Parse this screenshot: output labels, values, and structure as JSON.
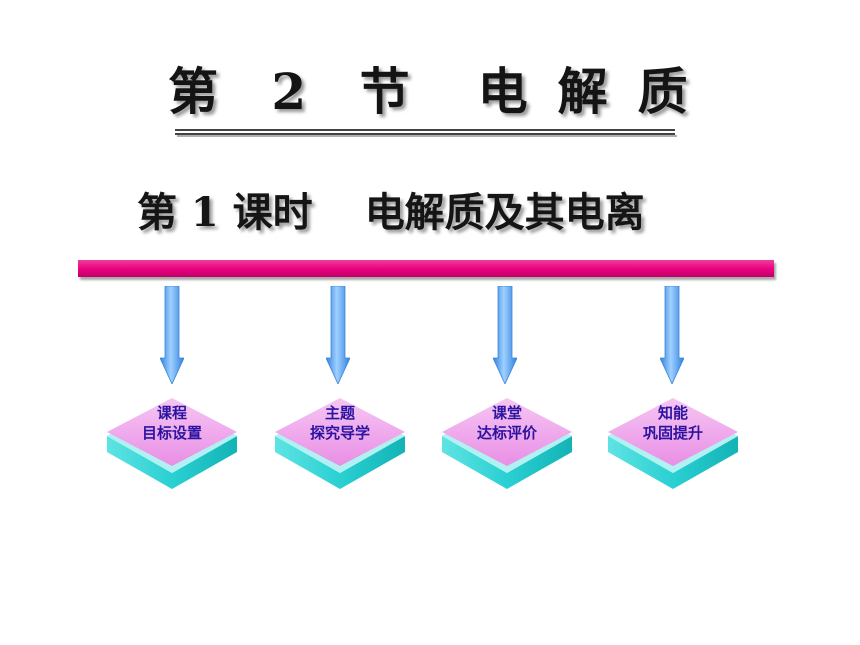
{
  "title": {
    "num": "第 2 节",
    "name": "电解质"
  },
  "subtitle": {
    "lesson": "第 1 课时",
    "topic": "电解质及其电离"
  },
  "nav": [
    {
      "line1": "课程",
      "line2": "目标设置"
    },
    {
      "line1": "主题",
      "line2": "探究导学"
    },
    {
      "line1": "课堂",
      "line2": "达标评价"
    },
    {
      "line1": "知能",
      "line2": "巩固提升"
    }
  ],
  "colors": {
    "bar": "#e8007e",
    "arrow": "#4f9ff0",
    "diamond_top": "#f0a8ec",
    "diamond_side": "#22c3c6",
    "label": "#2a14a0"
  }
}
